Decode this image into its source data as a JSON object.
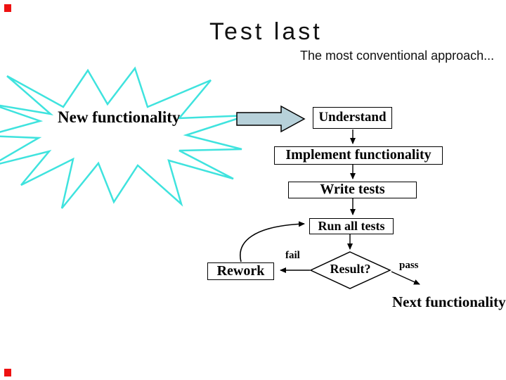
{
  "slide": {
    "title": "Test last",
    "subtitle": "The most conventional approach..."
  },
  "burst": {
    "label": "New functionality"
  },
  "flow": {
    "boxes": [
      {
        "id": "understand",
        "label": "Understand"
      },
      {
        "id": "implement",
        "label": "Implement functionality"
      },
      {
        "id": "write",
        "label": "Write tests"
      },
      {
        "id": "run",
        "label": "Run all tests"
      },
      {
        "id": "rework",
        "label": "Rework"
      }
    ],
    "decision": {
      "label": "Result?"
    },
    "edge_labels": {
      "fail": "fail",
      "pass": "pass"
    },
    "next_label": "Next functionality"
  },
  "colors": {
    "line": "#000000",
    "burst_stroke": "#3fe3de",
    "block_arrow_fill": "#b7d1da",
    "corner_mark_red": "#ee1111"
  }
}
